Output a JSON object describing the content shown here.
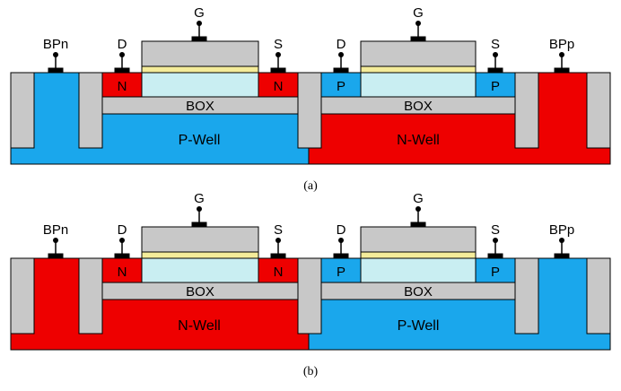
{
  "colors": {
    "p_type": "#1aa7ec",
    "n_type": "#ee0000",
    "sti": "#c8c8c8",
    "channel": "#c9eef2",
    "gate_oxide": "#f4ec9a",
    "contact": "#000000",
    "outline": "#000000"
  },
  "figures": [
    {
      "caption": "(a)",
      "well_left": "P-Well",
      "well_right": "N-Well",
      "well_left_type": "p",
      "well_right_type": "n",
      "box_left": "BOX",
      "box_right": "BOX",
      "bp_left": "BPn",
      "bp_right": "BPp",
      "nmos": {
        "drain": "D",
        "gate": "G",
        "source": "S",
        "drain_region": "N",
        "source_region": "N"
      },
      "pmos": {
        "drain": "D",
        "gate": "G",
        "source": "S",
        "drain_region": "P",
        "source_region": "P"
      }
    },
    {
      "caption": "(b)",
      "well_left": "N-Well",
      "well_right": "P-Well",
      "well_left_type": "n",
      "well_right_type": "p",
      "box_left": "BOX",
      "box_right": "BOX",
      "bp_left": "BPn",
      "bp_right": "BPp",
      "nmos": {
        "drain": "D",
        "gate": "G",
        "source": "S",
        "drain_region": "N",
        "source_region": "N"
      },
      "pmos": {
        "drain": "D",
        "gate": "G",
        "source": "S",
        "drain_region": "P",
        "source_region": "P"
      }
    }
  ]
}
